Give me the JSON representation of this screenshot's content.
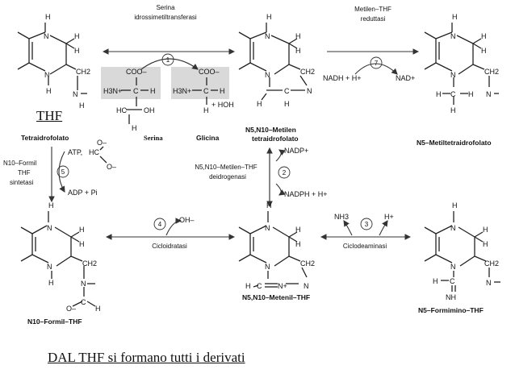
{
  "thf_label": "THF",
  "caption": "DAL THF si formano tutti i derivati",
  "compounds": {
    "thf": "Tetraidrofolato",
    "serina": "Serina",
    "glicina": "Glicina",
    "metilen": [
      "N5,N10–Metilen",
      "tetraidrofolato"
    ],
    "metil": "N5–Metiltetraidrofolato",
    "formil": "N10–Formil–THF",
    "metenil": "N5,N10–Metenil–THF",
    "formimino": "N5–Formimino–THF"
  },
  "enzymes": {
    "e1": {
      "num": "1",
      "lines": [
        "Serina",
        "idrossimetiltransferasi"
      ]
    },
    "e7": {
      "num": "7",
      "lines": [
        "Metilen–THF",
        "reduttasi"
      ]
    },
    "e5": {
      "num": "5",
      "lines": [
        "N10–Formil",
        "THF",
        "sintetasi"
      ]
    },
    "e2": {
      "num": "2",
      "lines": [
        "N5,N10–Metilen–THF",
        "deidrogenasi"
      ]
    },
    "e4": {
      "num": "4",
      "lines": [
        "Cicloidratasi"
      ]
    },
    "e3": {
      "num": "3",
      "lines": [
        "Ciclodeaminasi"
      ]
    }
  },
  "cofactors": {
    "nadh": "NADH + H+",
    "nad": "NAD+",
    "nadp": "NADP+",
    "nadph": "NADPH + H+",
    "atp": "ATP,",
    "adp": "ADP + Pi",
    "oh": "OH–",
    "nh3": "NH3",
    "hplus": "H+",
    "hoh": "+ HOH"
  },
  "atoms": {
    "H": "H",
    "N": "N",
    "C": "C",
    "CH2": "CH2",
    "COO": "COO–",
    "H3N": "H3N+",
    "OH": "OH",
    "NH": "NH",
    "HC": "HC",
    "O": "O–",
    "Nplus": "N+",
    "eq": "C"
  }
}
